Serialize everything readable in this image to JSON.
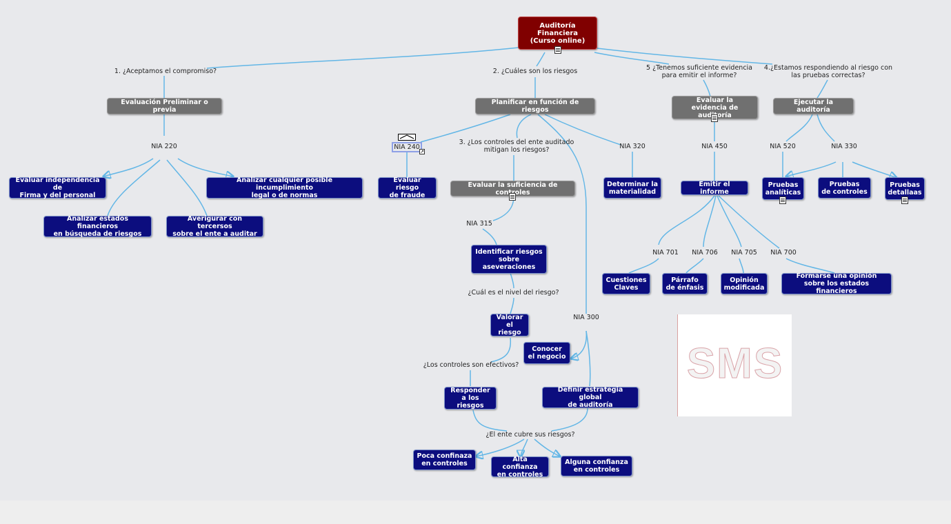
{
  "colors": {
    "link": "#62b6e6",
    "blue_node": "#0c0d7e",
    "grey_node": "#707070",
    "root_node": "#800000",
    "canvas": "#e8e9ec"
  },
  "root": "Auditoría Financiera\n(Curso online)",
  "labels": {
    "q1": "1. ¿Aceptamos el compromiso?",
    "q2": "2. ¿Cuáles son los riesgos",
    "q5": "5 ¿Tenemos suficiente evidencia\npara emitir el informe?",
    "q4": "4.¿Estamos respondiendo al riesgo con\nlas pruebas correctas?",
    "nia220": "NIA 220",
    "nia240": "NIA 240",
    "q3": "3. ¿Los controles del ente auditado\nmitigan los riesgos?",
    "nia320": "NIA 320",
    "nia450": "NIA 450",
    "nia520": "NIA 520",
    "nia330": "NIA 330",
    "nia315": "NIA 315",
    "nivel": "¿Cuál es el nivel del riesgo?",
    "nia300": "NIA 300",
    "efectivos": "¿Los controles son efectivos?",
    "cubre": "¿El ente cubre sus riesgos?",
    "nia701": "NIA 701",
    "nia706": "NIA 706",
    "nia705": "NIA 705",
    "nia700": "NIA 700"
  },
  "nodes": {
    "eval_prelim": "Evaluación Preliminar o previa",
    "planificar": "Planificar en función de riesgos",
    "evaluar_evidencia": "Evaluar la\nevidencia de auditoría",
    "ejecutar": "Ejecutar la auditoría",
    "indep": "Evaluar independencia de\nFirma y del personal",
    "incumpl": "Analizar cualquier posible incumplimiento\nlegal o de normas",
    "estados": "Analizar estados financieros\nen búsqueda de riesgos",
    "terceros": "Averigurar con tercersos\nsobre el ente a auditar",
    "fraude": "Evaluar riesgo\nde fraude",
    "suficiencia": "Evaluar la suficiencia de controles",
    "materialidad": "Determinar la\nmaterialidad",
    "emitir": "Emitir el informe",
    "analiticas": "Pruebas\nanalíticas",
    "de_controles": "Pruebas\nde controles",
    "detallaas": "Pruebas\ndetallaas",
    "identificar": "Identificar riesgos\nsobre\naseveraciones",
    "valorar": "Valorar\nel riesgo",
    "conocer": "Conocer\nel negocio",
    "responder": "Responder\na los riesgos",
    "estrategia": "Definir estrategia global\nde auditoría",
    "poca": "Poca confinaza\nen controles",
    "alta": "Alta confianza\nen controles",
    "alguna": "Alguna confianza\nen controles",
    "cuestiones": "Cuestiones\nClaves",
    "parrafo": "Párrafo\nde énfasis",
    "opinion": "Opinión\nmodificada",
    "formarse": "Formarse una opinión\nsobre los estados financieros"
  },
  "logo": {
    "text": "SMS"
  }
}
